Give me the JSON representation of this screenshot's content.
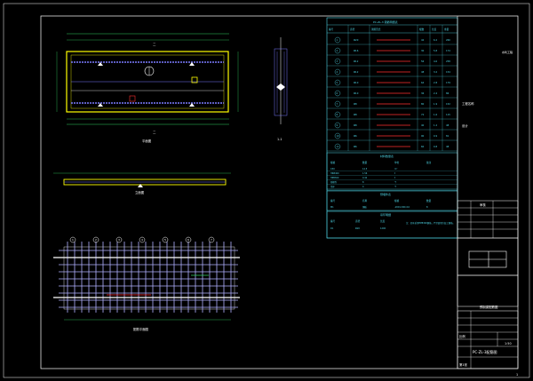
{
  "drawing": {
    "plan_view": {
      "top_label": "二",
      "bottom_label": "二",
      "caption": "平面图"
    },
    "section_view": {
      "caption": "1-1"
    },
    "elevation_view": {
      "caption": "立面图"
    },
    "rebar_plan": {
      "caption": "配筋平面图",
      "callouts": [
        "1",
        "2",
        "3",
        "4",
        "5",
        "6",
        "7"
      ]
    }
  },
  "tables": {
    "main": {
      "title": "PC-ZL-3 钢筋明细表",
      "headers": [
        "编号",
        "直径",
        "钢筋形式",
        "根数",
        "长度",
        "重量"
      ],
      "rows": [
        [
          "1",
          "Φ20",
          "42",
          "6.2",
          "260"
        ],
        [
          "2",
          "Φ16",
          "30",
          "5.8",
          "174"
        ],
        [
          "3",
          "Φ12",
          "56",
          "4.6",
          "258"
        ],
        [
          "4",
          "Φ12",
          "48",
          "3.2",
          "154"
        ],
        [
          "5",
          "Φ10",
          "64",
          "2.8",
          "179"
        ],
        [
          "6",
          "Φ10",
          "36",
          "2.4",
          "86"
        ],
        [
          "7",
          "Φ8",
          "80",
          "1.9",
          "152"
        ],
        [
          "8",
          "Φ8",
          "72",
          "1.6",
          "115"
        ],
        [
          "9",
          "Φ8",
          "40",
          "1.2",
          "48"
        ],
        [
          "10",
          "Φ6",
          "90",
          "0.9",
          "81"
        ],
        [
          "11",
          "Φ6",
          "60",
          "0.8",
          "48"
        ]
      ]
    },
    "secondary": {
      "title": "材料数量表",
      "headers": [
        "规格",
        "数量",
        "单位",
        "备注"
      ],
      "rows": [
        [
          "C30",
          "12.5",
          "m³",
          ""
        ],
        [
          "HRB400",
          "1.56",
          "t",
          ""
        ],
        [
          "HPB300",
          "0.42",
          "t",
          ""
        ],
        [
          "预埋件",
          "8",
          "个",
          ""
        ],
        [
          "吊环",
          "4",
          "个",
          ""
        ]
      ]
    },
    "third": {
      "title": "预埋件表",
      "headers": [
        "编号",
        "名称",
        "规格",
        "数量"
      ],
      "rows": [
        [
          "M1",
          "钢板",
          "-200×200×10",
          "8"
        ]
      ]
    },
    "fourth": {
      "title": "吊环明细",
      "headers": [
        "编号",
        "直径",
        "长度"
      ],
      "rows": [
        [
          "D1",
          "Φ20",
          "1200"
        ]
      ],
      "note": "注：吊环采用HPB300钢筋，严禁使用冷加工钢筋。"
    }
  },
  "title_block": {
    "project": "工程名称",
    "side_text": "水利工程",
    "design": "设计",
    "review": "审核",
    "drawing_title": "预制梁配筋图",
    "scale_label": "比例",
    "scale": "1:50",
    "drawing_number": "PC-ZL-3配筋图",
    "sheet": "第1张",
    "page": "1"
  },
  "colors": {
    "frame": "#ffffff",
    "outline": "#ffff00",
    "rebar": "#7a7aff",
    "table_line": "#4fd8e8",
    "dim": "#30d060",
    "highlight": "#ff3030"
  }
}
